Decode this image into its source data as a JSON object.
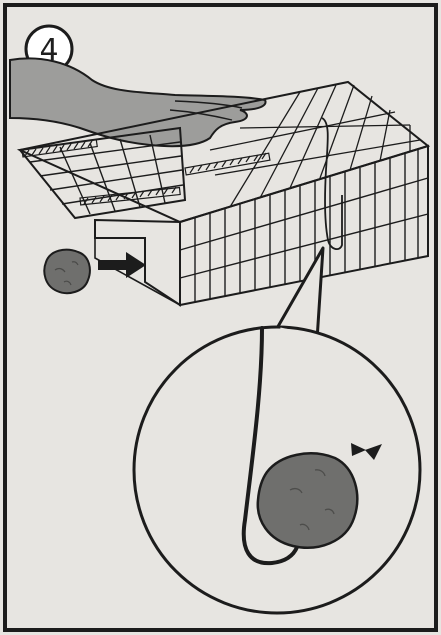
{
  "diagram": {
    "step_number": "4",
    "colors": {
      "paper": "#e7e5e1",
      "ink": "#1c1c1c",
      "hand_fill": "#9d9d9b",
      "bait_fill": "#6f6f6d"
    },
    "icons": {
      "step_badge": "circled-number",
      "hand": "hand-icon",
      "arrow": "arrow-right-icon",
      "bait": "bait-ball-icon",
      "trap": "wire-cage-trap",
      "zoom_callout": "magnifier-callout",
      "hook": "bait-hook",
      "sparkle": "emphasis-ticks-icon"
    }
  }
}
